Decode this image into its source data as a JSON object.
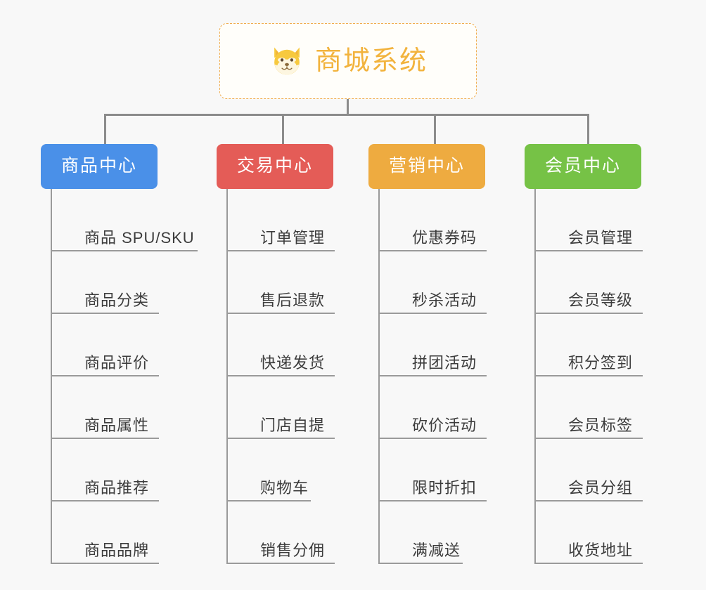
{
  "page": {
    "background_color": "#f8f8f8",
    "line_color": "#8c8c8c",
    "leaf_text_color": "#3c3c3c"
  },
  "root": {
    "icon": "shiba-dog-face-icon",
    "title": "商城系统",
    "title_color": "#f2b33d",
    "border_color": "#f0ad4e"
  },
  "branches": [
    {
      "label": "商品中心",
      "color": "#4a90e8",
      "leaves": [
        "商品 SPU/SKU",
        "商品分类",
        "商品评价",
        "商品属性",
        "商品推荐",
        "商品品牌"
      ]
    },
    {
      "label": "交易中心",
      "color": "#e45c57",
      "leaves": [
        "订单管理",
        "售后退款",
        "快递发货",
        "门店自提",
        "购物车",
        "销售分佣"
      ]
    },
    {
      "label": "营销中心",
      "color": "#eeab40",
      "leaves": [
        "优惠券码",
        "秒杀活动",
        "拼团活动",
        "砍价活动",
        "限时折扣",
        "满减送"
      ]
    },
    {
      "label": "会员中心",
      "color": "#76c246",
      "leaves": [
        "会员管理",
        "会员等级",
        "积分签到",
        "会员标签",
        "会员分组",
        "收货地址"
      ]
    }
  ]
}
